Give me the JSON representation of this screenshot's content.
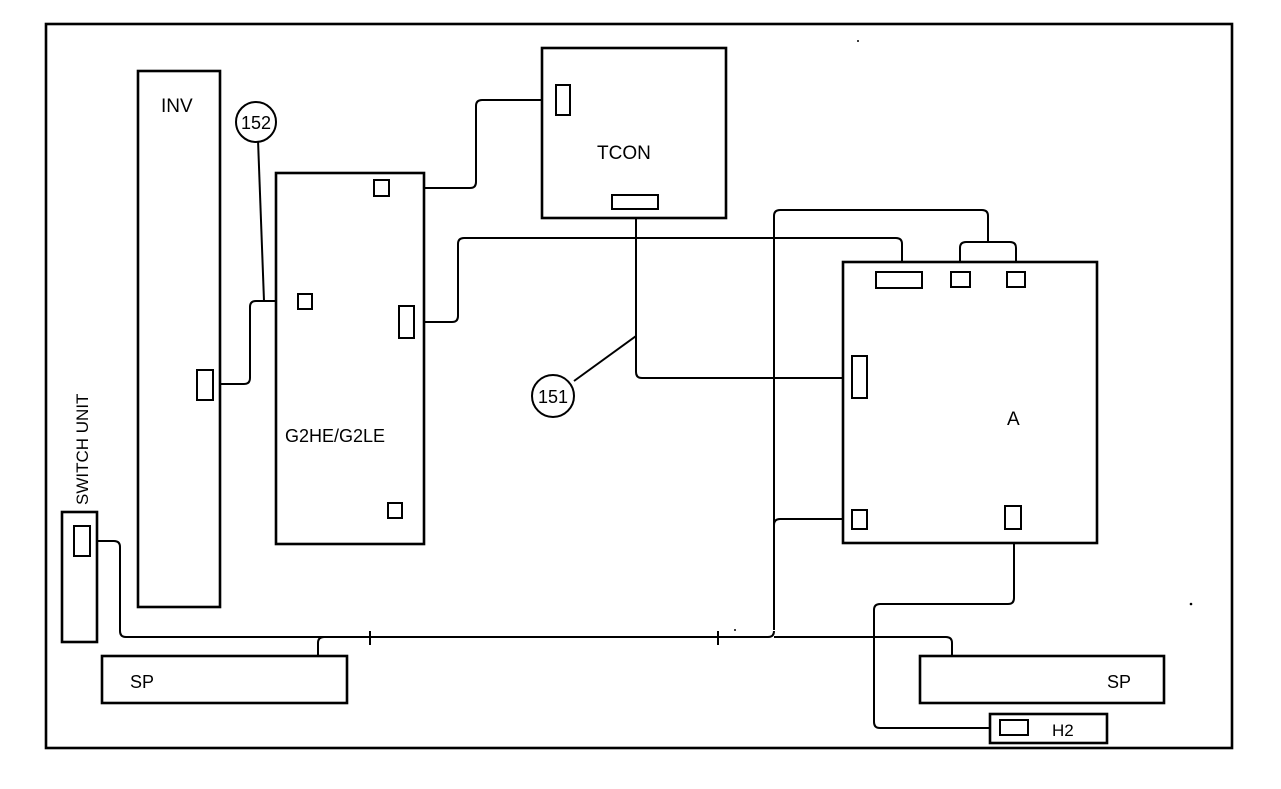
{
  "diagram": {
    "units": {
      "inv": "INV",
      "g2he": "G2HE/G2LE",
      "tcon": "TCON",
      "a": "A",
      "switch_unit": "SWITCH UNIT",
      "sp_left": "SP",
      "sp_right": "SP",
      "h2": "H2"
    },
    "callouts": {
      "c152": "152",
      "c151": "151"
    }
  }
}
